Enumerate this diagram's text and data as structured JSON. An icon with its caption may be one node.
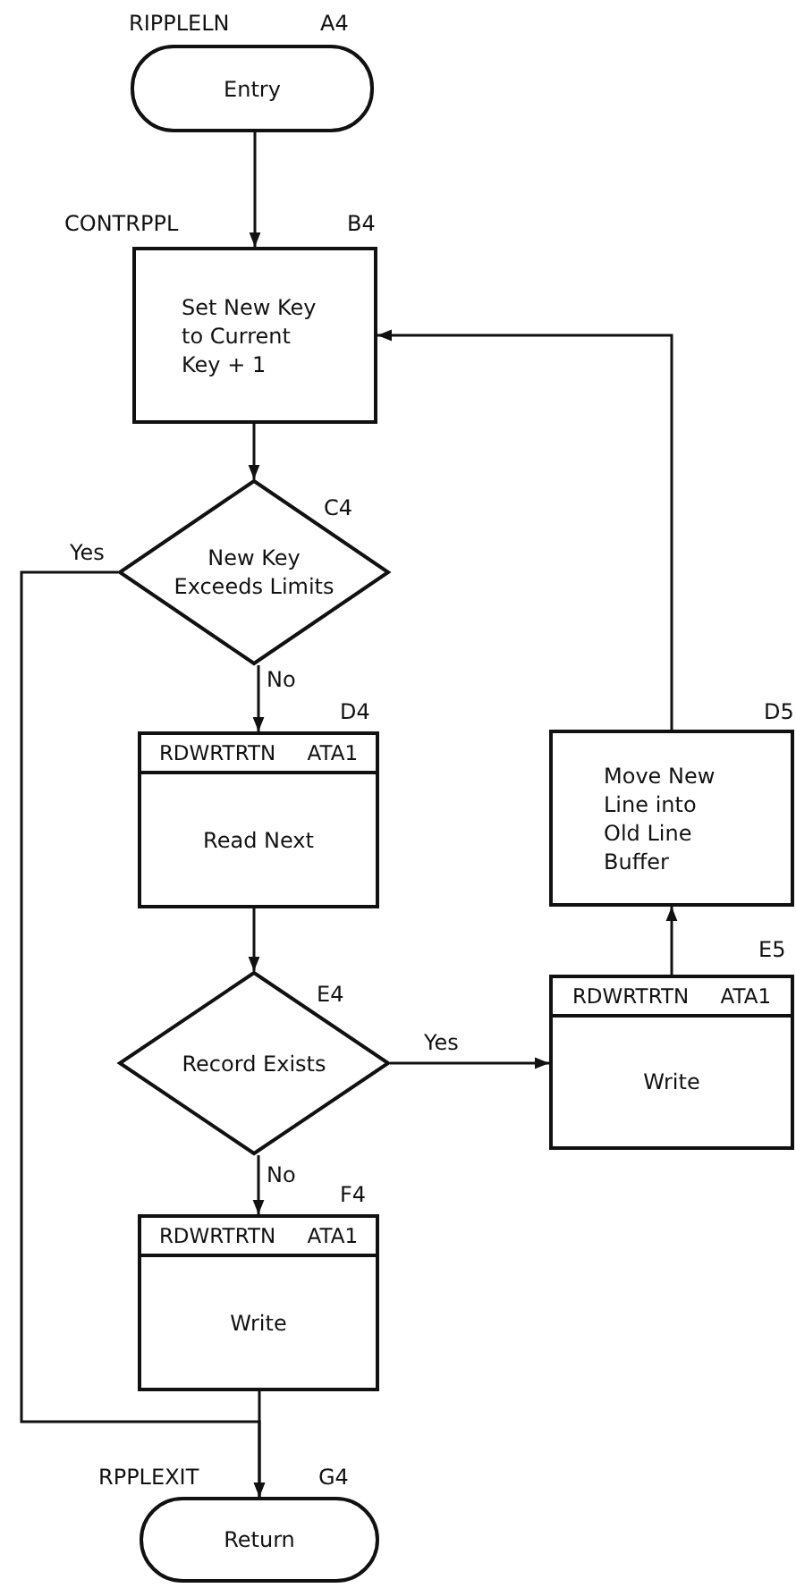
{
  "diagram": {
    "nodes": [
      {
        "text": [
          "Entry"
        ],
        "beside": [
          "RIPPLELN",
          "A4"
        ]
      },
      {
        "text": [
          "Set New Key to Current Key + 1"
        ],
        "beside": [
          "CONTRPPL",
          "B4"
        ]
      },
      {
        "text": [
          "New Key Exceeds Limits"
        ],
        "beside": [
          "C4"
        ]
      },
      {
        "text": [
          "RDWRTRTN ATA1",
          "Read Next"
        ],
        "beside": [
          "D4"
        ]
      },
      {
        "text": [
          "Record Exists"
        ],
        "beside": [
          "E4"
        ]
      },
      {
        "text": [
          "Move New Line into Old Line Buffer"
        ],
        "beside": [
          "D5"
        ]
      },
      {
        "text": [
          "RDWRTRTN ATA1",
          "Write"
        ],
        "beside": [
          "E5"
        ]
      },
      {
        "text": [
          "RDWRTRTN ATA1",
          "Write"
        ],
        "beside": [
          "F4"
        ]
      },
      {
        "text": [
          "Return"
        ],
        "beside": [
          "RPPLEXIT",
          "G4"
        ]
      }
    ],
    "edges": [
      {
        "from": 0,
        "to": 1,
        "arrow": "to"
      },
      {
        "from": 1,
        "to": 2,
        "arrow": "to"
      },
      {
        "from": 2,
        "to": 3,
        "arrow": "to",
        "label": "No"
      },
      {
        "from": 2,
        "to": 8,
        "arrow": "to",
        "label": "Yes"
      },
      {
        "from": 3,
        "to": 4,
        "arrow": "to"
      },
      {
        "from": 4,
        "to": 6,
        "arrow": "to",
        "label": "Yes"
      },
      {
        "from": 4,
        "to": 7,
        "arrow": "to",
        "label": "No"
      },
      {
        "from": 6,
        "to": 5,
        "arrow": "to"
      },
      {
        "from": 5,
        "to": 1,
        "arrow": "to"
      },
      {
        "from": 7,
        "to": 8,
        "arrow": "to"
      }
    ]
  }
}
